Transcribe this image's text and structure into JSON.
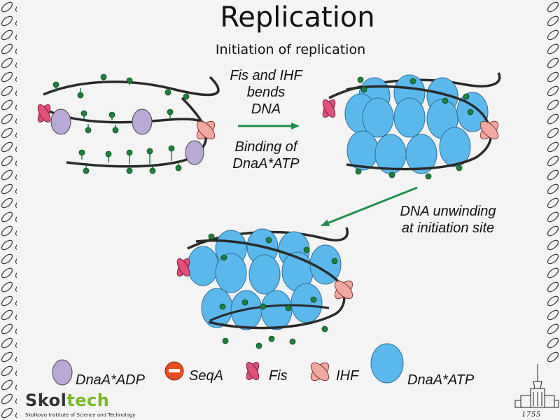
{
  "header": {
    "title": "Replication",
    "subtitle": "Initiation of replication"
  },
  "steps": {
    "step1_top": "Fis and IHF\nbends\nDNA",
    "step1_bottom": "Binding of\nDnaA*ATP",
    "step2": "DNA unwinding\nat initiation site"
  },
  "legend": [
    {
      "icon": "dnaa-adp-icon",
      "label": "DnaA*ADP"
    },
    {
      "icon": "seqa-icon",
      "label": "SeqA"
    },
    {
      "icon": "fis-icon",
      "label": "Fis"
    },
    {
      "icon": "ihf-icon",
      "label": "IHF"
    },
    {
      "icon": "dnaa-atp-icon",
      "label": "DnaA*ATP"
    }
  ],
  "logo": {
    "name_part1": "Skol",
    "name_part2": "tech",
    "tagline": "Skolkovo Institute of Science and Technology",
    "year": "1755"
  },
  "colors": {
    "dnaa_adp": "#b8a9d6",
    "dnaa_atp": "#5bb8ec",
    "fis": "#e0507a",
    "ihf": "#f3a9a1",
    "seqa": "#e84e1c",
    "arrow": "#1f8f4e",
    "dna": "#2a2a2a",
    "bead": "#1f7f3c",
    "logo_green": "#79b928"
  }
}
